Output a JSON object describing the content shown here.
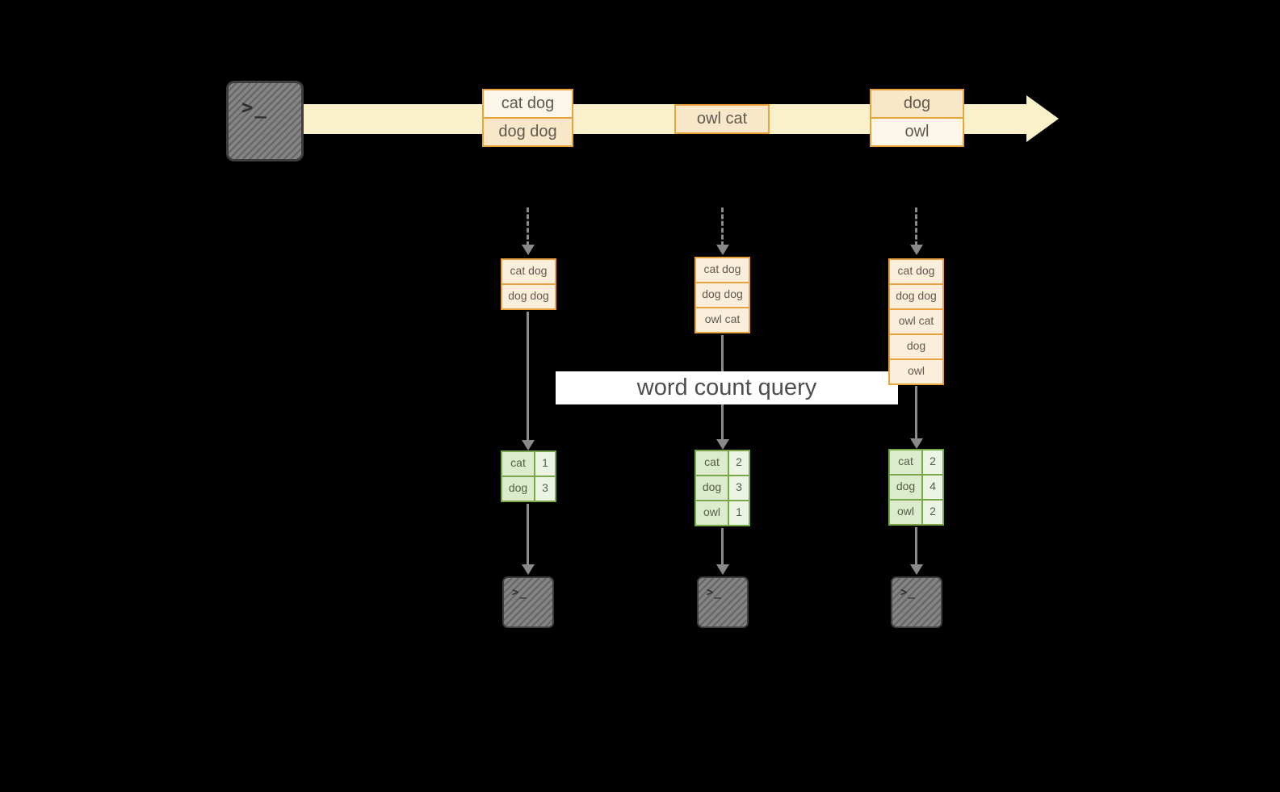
{
  "canvas": {
    "background": "#000000"
  },
  "palette": {
    "timeline_fill": "#FAF0C9",
    "orange_border": "#E8A33D",
    "event_cell_light": "#FDF7EA",
    "event_cell_peach": "#F9E7C9",
    "batch_cell_fill": "#FBEFDB",
    "green_border": "#79A84B",
    "green_word_fill": "#DCEBCC",
    "green_count_fill": "#ECF4E2",
    "arrow_gray": "#8A8A8A",
    "banner_bg": "#FFFFFF",
    "banner_text": "#4D4D4D"
  },
  "source": {
    "prompt": ">_"
  },
  "timeline": {
    "events": [
      {
        "lines": [
          "cat dog",
          "dog dog"
        ]
      },
      {
        "lines": [
          "owl cat"
        ]
      },
      {
        "lines": [
          "dog",
          "owl"
        ]
      }
    ]
  },
  "banner": {
    "label": "word count query"
  },
  "batches": [
    {
      "rows": [
        "cat dog",
        "dog dog"
      ]
    },
    {
      "rows": [
        "cat dog",
        "dog dog",
        "owl cat"
      ]
    },
    {
      "rows": [
        "cat dog",
        "dog dog",
        "owl cat",
        "dog",
        "owl"
      ]
    }
  ],
  "results": [
    {
      "rows": [
        {
          "word": "cat",
          "count": "1"
        },
        {
          "word": "dog",
          "count": "3"
        }
      ]
    },
    {
      "rows": [
        {
          "word": "cat",
          "count": "2"
        },
        {
          "word": "dog",
          "count": "3"
        },
        {
          "word": "owl",
          "count": "1"
        }
      ]
    },
    {
      "rows": [
        {
          "word": "cat",
          "count": "2"
        },
        {
          "word": "dog",
          "count": "4"
        },
        {
          "word": "owl",
          "count": "2"
        }
      ]
    }
  ],
  "sinks": [
    {
      "prompt": ">_"
    },
    {
      "prompt": ">_"
    },
    {
      "prompt": ">_"
    }
  ]
}
